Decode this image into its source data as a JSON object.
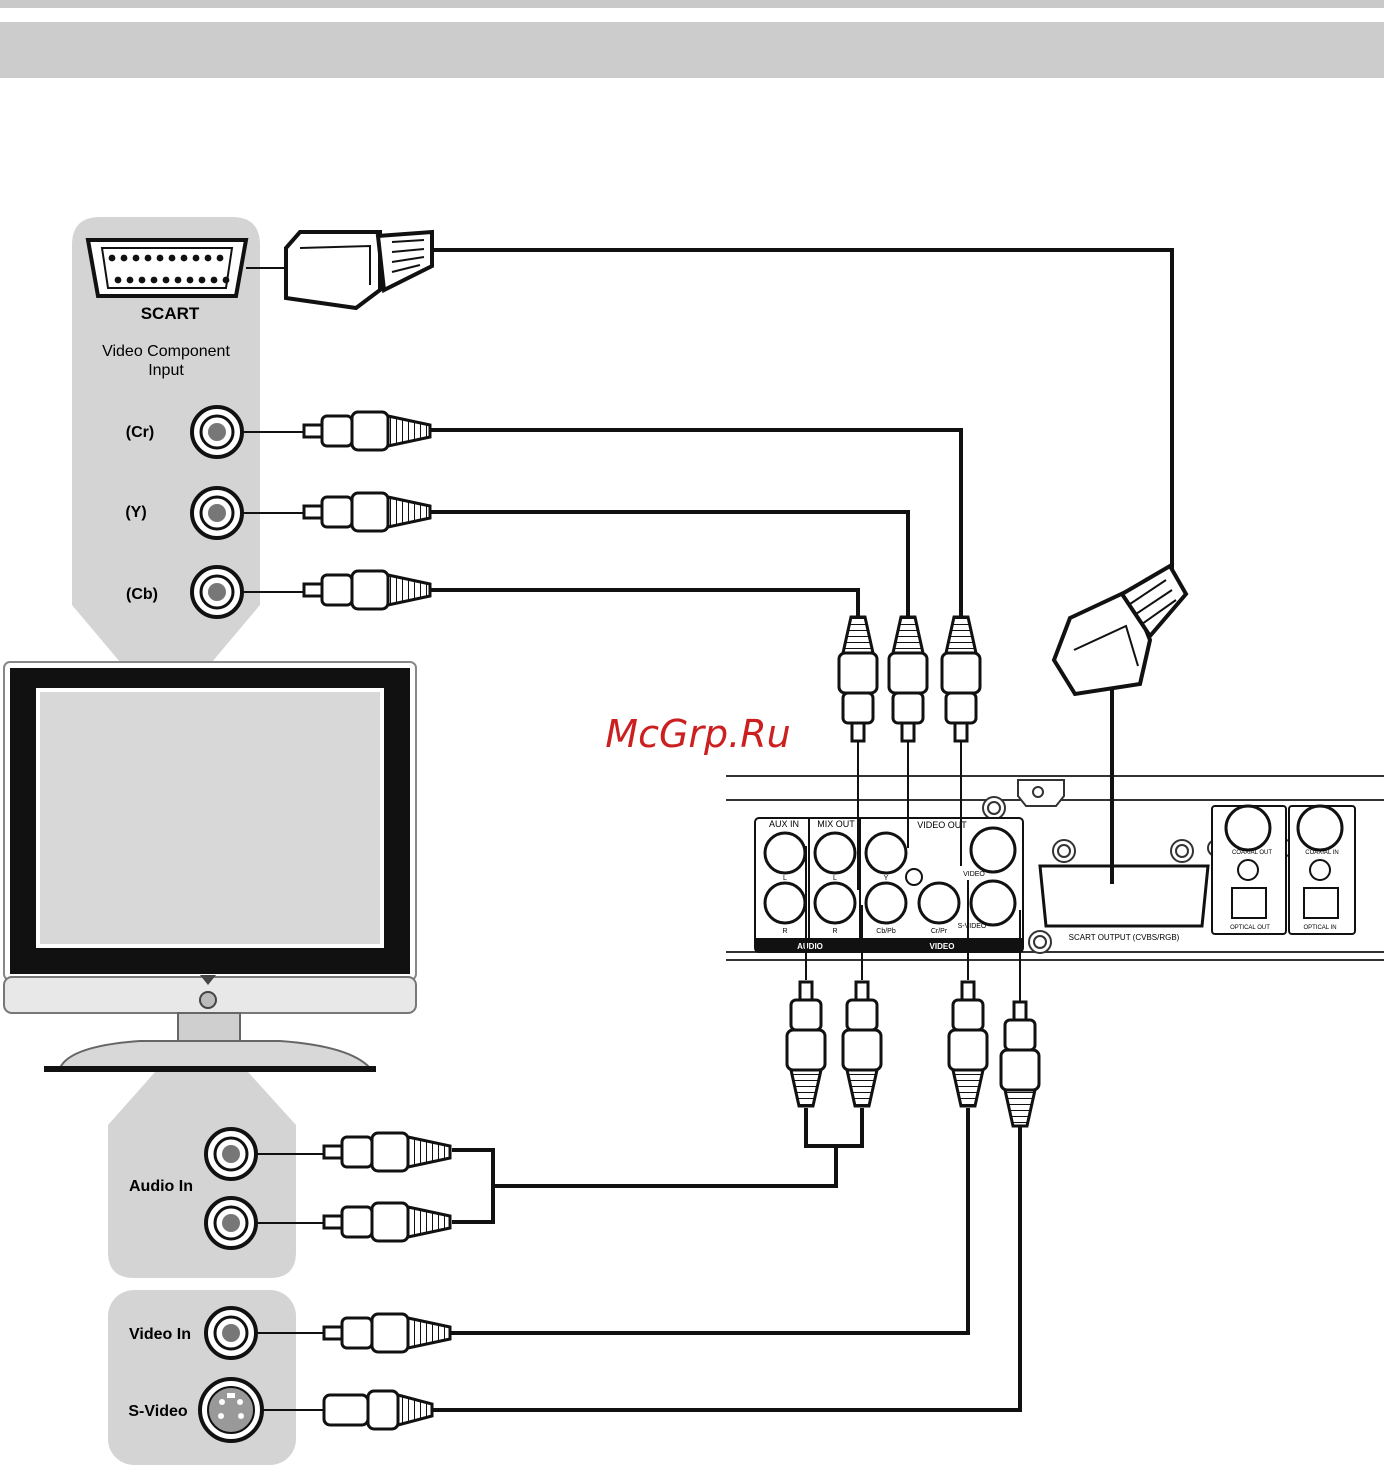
{
  "tv_panel": {
    "scart_label": "SCART",
    "component_label_line1": "Video Component",
    "component_label_line2": "Input",
    "cr_label": "(Cr)",
    "y_label": "(Y)",
    "cb_label": "(Cb)",
    "audio_in_label": "Audio In",
    "video_in_label": "Video In",
    "svideo_label": "S-Video"
  },
  "player_panel": {
    "aux_in": "AUX IN",
    "mix_out": "MIX OUT",
    "video_out": "VIDEO OUT",
    "l": "L",
    "r": "R",
    "y": "Y",
    "cb_pb": "Cb/Pb",
    "cr_pr": "Cr/Pr",
    "video": "VIDEO",
    "svideo": "S-VIDEO",
    "audio_group": "AUDIO",
    "video_group": "VIDEO",
    "scart_output": "SCART OUTPUT (CVBS/RGB)",
    "coaxial_out": "COAXIAL OUT",
    "coaxial_in": "COAXIAL IN",
    "optical_out": "OPTICAL OUT",
    "optical_in": "OPTICAL IN"
  },
  "watermark": "McGrp.Ru",
  "colors": {
    "panel_gray": "#d4d4d4",
    "header_gray": "#cccccc",
    "ink": "#111111",
    "watermark_red": "#cc2020"
  }
}
